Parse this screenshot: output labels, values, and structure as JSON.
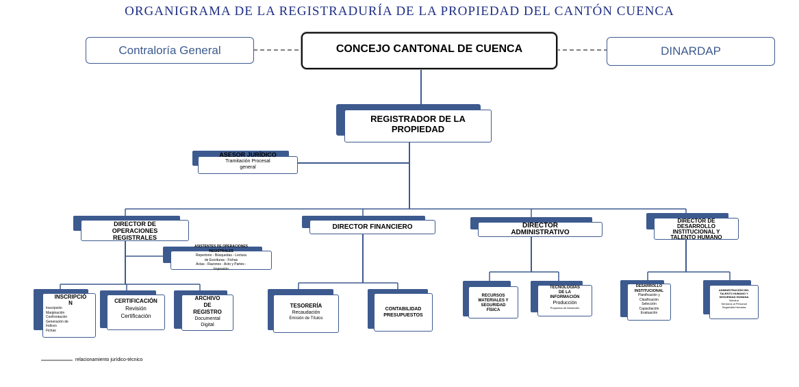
{
  "title": "ORGANIGRAMA DE LA REGISTRADURÍA DE LA PROPIEDAD DEL CANTÓN CUENCA",
  "top": {
    "contraloria": "Contraloría General",
    "concejo": "CONCEJO CANTONAL DE CUENCA",
    "dinardap": "DINARDAP"
  },
  "registrador": {
    "line1": "REGISTRADOR DE LA",
    "line2": "PROPIEDAD"
  },
  "asesor": {
    "title": "ASESOR JURÍDICO",
    "line1": "Tramitación Procesal",
    "line2": "general"
  },
  "directors": {
    "operaciones": {
      "line1": "DIRECTOR DE",
      "line2": "OPERACIONES",
      "line3": "REGISTRALES"
    },
    "financiero": {
      "line1": "DIRECTOR FINANCIERO"
    },
    "administrativo": {
      "line1": "DIRECTOR",
      "line2": "ADMINISTRATIVO"
    },
    "desarrollo": {
      "line1": "DIRECTOR DE",
      "line2": "DESARROLLO",
      "line3": "INSTITUCIONAL Y",
      "line4": "TALENTO HUMANO"
    }
  },
  "asistentes": {
    "title1": "ASISTENTES DE OPERACIONES",
    "title2": "REGISTRALES",
    "line1": "Repertorio - Búsquedas - Lectura",
    "line2": "de Escrituras - Fichas",
    "line3": "Actas - Razones - Acto y Partes -",
    "line4": "Impresión"
  },
  "units": {
    "inscripcion": {
      "t1": "INSCRIPCIÓ",
      "t2": "N",
      "l1": "Inscripción",
      "l2": "Marginación",
      "l3": "Confrontación",
      "l4": "Generación de",
      "l5": "Índices",
      "l6": "Fichas"
    },
    "certificacion": {
      "t1": "CERTIFICACIÓN",
      "l1": "Revisión",
      "l2": "Certificación"
    },
    "archivo": {
      "t1": "ARCHIVO",
      "t2": "DE",
      "t3": "REGISTRO",
      "l1": "Documental",
      "l2": "Digital"
    },
    "tesoreria": {
      "t1": "TESORERÍA",
      "l1": "Recaudación",
      "l2": "Emisión de Títulos"
    },
    "contabilidad": {
      "t1": "CONTABILIDAD",
      "t2": "PRESUPUESTOS"
    },
    "recursos": {
      "t1": "RECURSOS",
      "t2": "MATERIALES Y",
      "t3": "SEGURIDAD",
      "t4": "FÍSICA"
    },
    "tecnologias": {
      "t1": "TECNOLOGÍAS",
      "t2": "DE LA",
      "t3": "INFORMACIÓN",
      "l1": "Producción",
      "l2": "Proyectos de Desarrollo"
    },
    "desarrollo_inst": {
      "t1": "DESARROLLO",
      "t2": "INSTITUCIONAL",
      "l1": "Planificación y",
      "l2": "Clasificación",
      "l3": "Selección",
      "l4": "Capacitación",
      "l5": "Evaluación"
    },
    "talento": {
      "t1": "ADMINISTRACIÓN DEL",
      "t2": "TALENTO HUMANO Y",
      "t3": "SEGURIDAD HUMANA",
      "l1": "Nómina",
      "l2": "Servicios al Personal",
      "l3": "Seguridad Humana"
    }
  },
  "legend": "relacionamiento jurídico-técnico",
  "colors": {
    "accent": "#3d5a8f",
    "title": "#1f2f86"
  }
}
